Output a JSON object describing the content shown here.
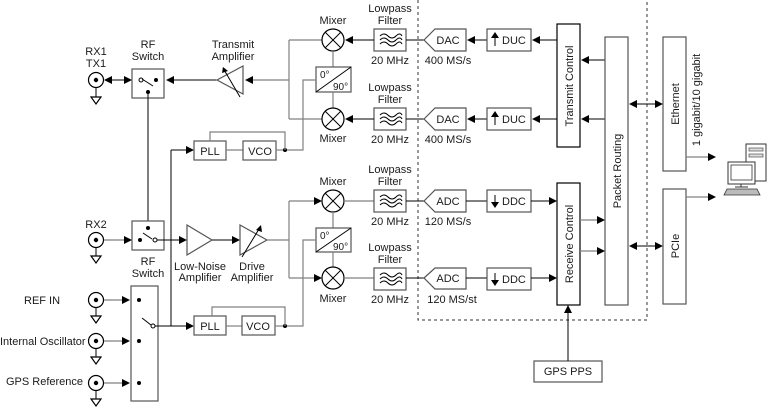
{
  "diagram": {
    "title": "SDR transceiver block diagram",
    "connectors": {
      "rx1tx1": {
        "line1": "RX1",
        "line2": "TX1"
      },
      "rx2": "RX2",
      "ref_in": "REF IN",
      "internal_osc": "Internal Oscillator",
      "gps_ref": "GPS Reference"
    },
    "rf_switch_top": {
      "line1": "RF",
      "line2": "Switch"
    },
    "rf_switch_bottom": {
      "line1": "RF",
      "line2": "Switch"
    },
    "transmit_amplifier": {
      "line1": "Transmit",
      "line2": "Amplifier"
    },
    "low_noise_amplifier": {
      "line1": "Low-Noise",
      "line2": "Amplifier"
    },
    "drive_amplifier": {
      "line1": "Drive",
      "line2": "Amplifier"
    },
    "pll": "PLL",
    "vco": "VCO",
    "mixer": "Mixer",
    "phase_shifter": {
      "top": "0°",
      "bottom": "90°"
    },
    "lowpass_filter": {
      "line1": "Lowpass",
      "line2": "Filter",
      "bandwidth": "20 MHz"
    },
    "dac": {
      "label": "DAC",
      "rate": "400 MS/s"
    },
    "adc": {
      "label": "ADC",
      "rate_top": "120 MS/s",
      "rate_bottom": "120 MS/st"
    },
    "duc": "DUC",
    "ddc": "DDC",
    "transmit_control": "Transmit Control",
    "receive_control": "Receive Control",
    "packet_routing": "Packet Routing",
    "ethernet": {
      "label": "Ethernet",
      "speed": "1 gigabit/10 gigabit"
    },
    "pcie": "PCIe",
    "gps_pps": "GPS PPS",
    "host_computer": "computer-icon"
  }
}
